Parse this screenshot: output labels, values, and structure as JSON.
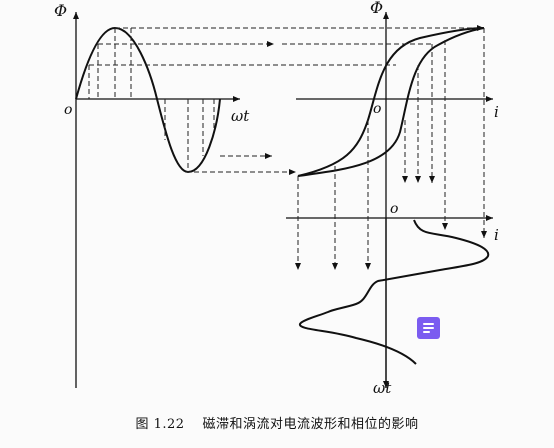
{
  "figure": {
    "caption_number": "图 1.22",
    "caption_text": "磁滞和涡流对电流波形和相位的影响"
  },
  "labels": {
    "phi_left": "Φ",
    "phi_right": "Φ",
    "origin_left": "o",
    "origin_right": "o",
    "origin_bottom": "o",
    "omega_t_left": "ωt",
    "i_right": "i",
    "i_bottom": "i",
    "omega_t_bottom": "ωt"
  },
  "colors": {
    "ink": "#111111",
    "dash": "#222222",
    "note_button": "#7b5cf0"
  },
  "overlay": {
    "note_button_icon": "note-icon"
  }
}
